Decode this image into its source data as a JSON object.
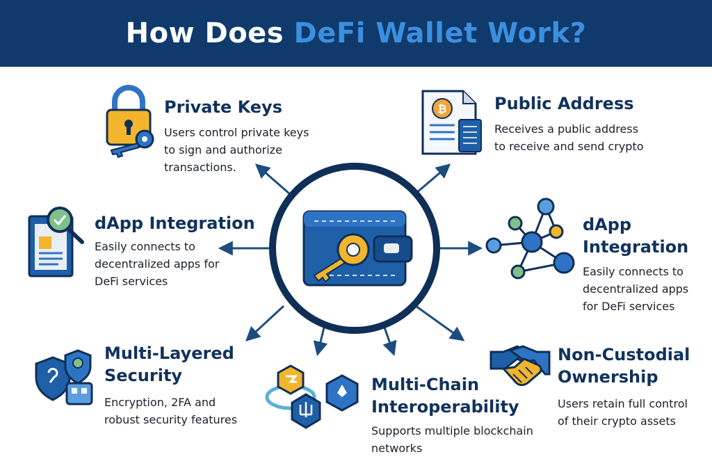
{
  "header": {
    "title_prefix": "How Does ",
    "title_highlight": "DeFi Wallet Work?"
  },
  "colors": {
    "header_bg": "#0f3a6b",
    "highlight": "#3b8fe0",
    "title_text": "#10325c",
    "arrow": "#1c4d7f",
    "wallet": "#1f5fa8",
    "key": "#f2b52b"
  },
  "center": {
    "icon": "wallet-with-key-icon"
  },
  "features": {
    "private_keys": {
      "title": "Private Keys",
      "desc1": "Users control private keys",
      "desc2": "to sign and authorize",
      "desc3": "transactions.",
      "icon": "padlock-key-icon"
    },
    "public_address": {
      "title": "Public Address",
      "desc1": "Receives a public address",
      "desc2": "to receive and send crypto",
      "icon": "bitcoin-document-icon"
    },
    "dapp_left": {
      "title": "dApp Integration",
      "desc1": "Easily connects to",
      "desc2": "decentralized apps for",
      "desc3": "DeFi services",
      "icon": "document-magnifier-icon"
    },
    "dapp_right": {
      "title1": "dApp",
      "title2": "Integration",
      "desc1": "Easily connects to",
      "desc2": "decentralized apps",
      "desc3": "for DeFi services",
      "icon": "network-nodes-icon"
    },
    "security": {
      "title1": "Multi-Layered",
      "title2": "Security",
      "desc1": "Encryption, 2FA and",
      "desc2": "robust security features",
      "icon": "shields-lock-icon"
    },
    "multichain": {
      "title1": "Multi-Chain",
      "title2": "Interoperability",
      "desc1": "Supports multiple blockchain",
      "desc2": "networks",
      "icon": "chain-tokens-icon"
    },
    "noncustodial": {
      "title1": "Non-Custodial",
      "title2": "Ownership",
      "desc1": "Users retain full control",
      "desc2": "of their crypto assets",
      "icon": "handshake-icon"
    }
  }
}
